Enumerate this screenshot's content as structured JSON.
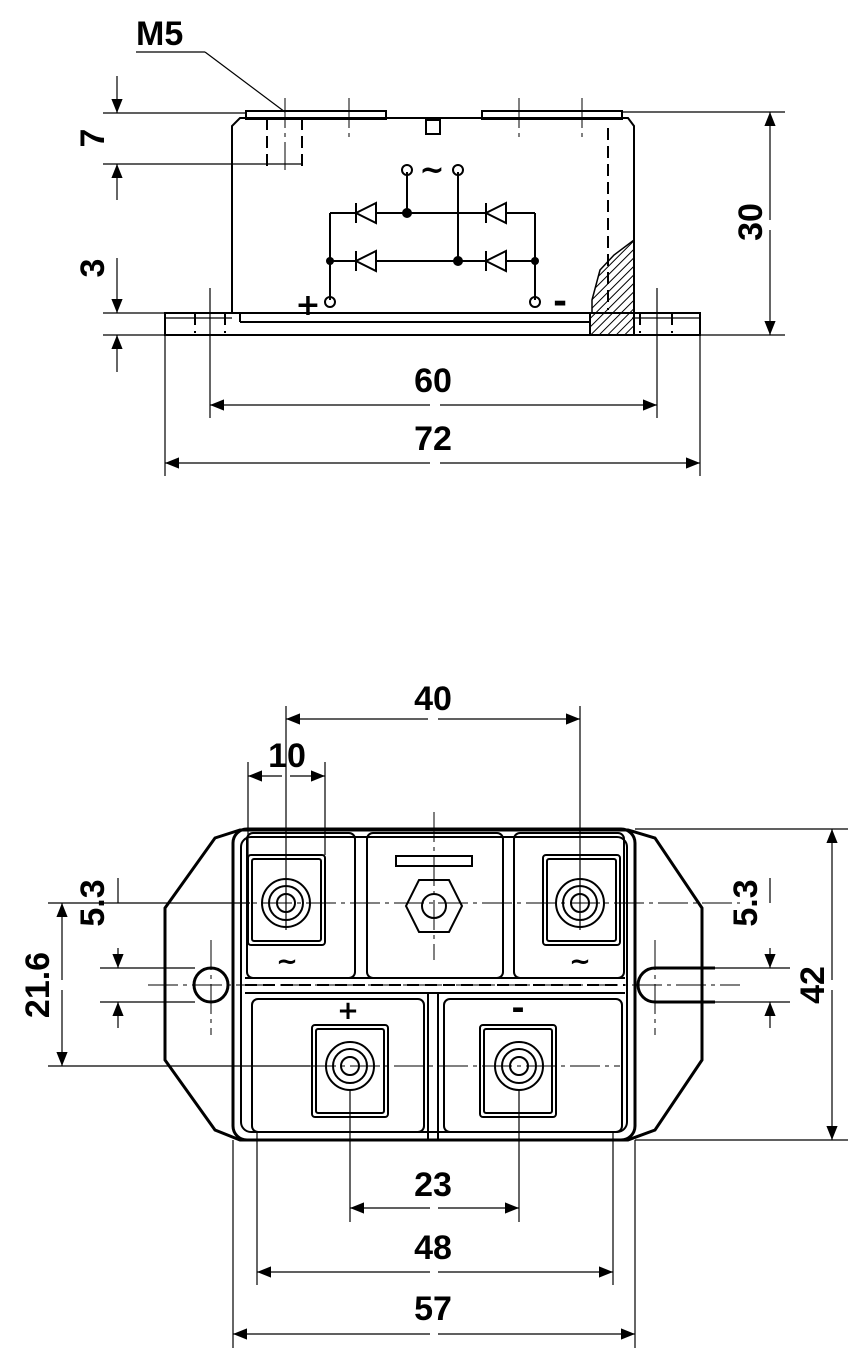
{
  "thread_label": "M5",
  "side_view": {
    "dims": {
      "height": "30",
      "terminal_height": "7",
      "base_thickness": "3",
      "hole_spacing": "60",
      "overall_length": "72"
    },
    "terminal_symbols": {
      "ac": "~",
      "plus": "+",
      "minus": "-"
    }
  },
  "top_view": {
    "dims": {
      "ac_terminal_spacing": "40",
      "terminal_width": "10",
      "terminal_offset_left": "5.3",
      "terminal_offset_right": "5.3",
      "mount_offset": "21.6",
      "overall_width": "42",
      "dc_terminal_spacing": "23",
      "inner_length": "48",
      "body_length": "57"
    },
    "terminal_symbols": {
      "ac_left": "~",
      "ac_right": "~",
      "plus": "+",
      "minus": "-"
    }
  }
}
